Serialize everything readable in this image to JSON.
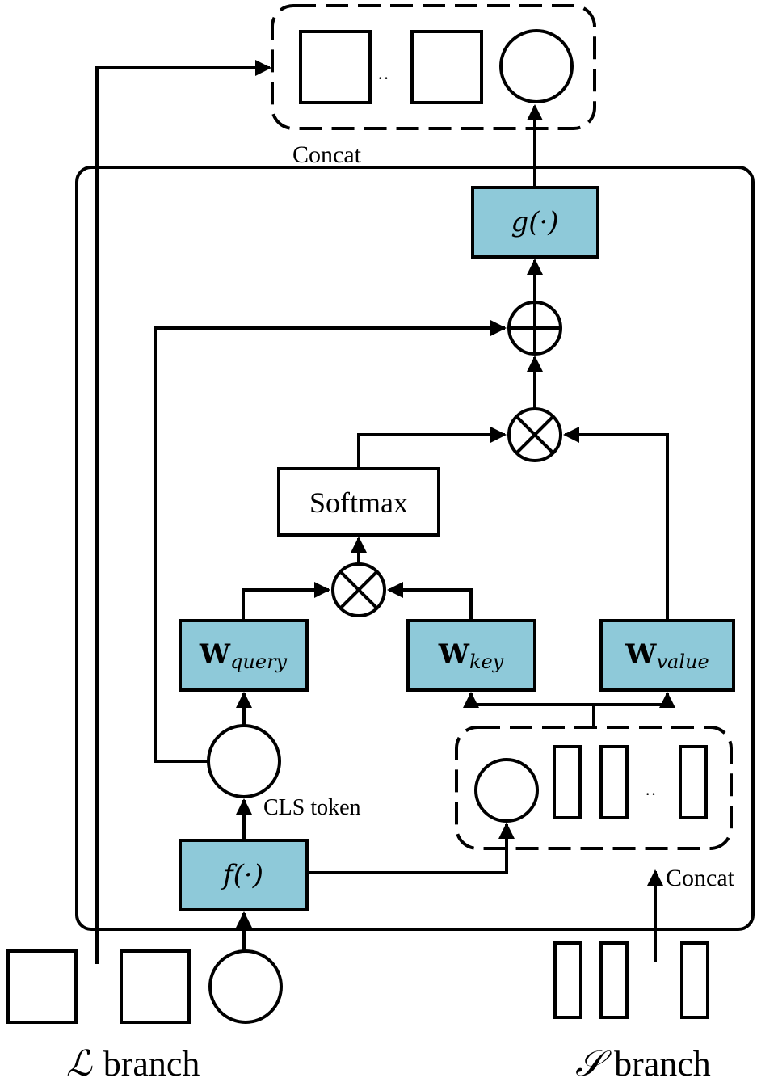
{
  "labels": {
    "concat_top": "Concat",
    "concat_right": "Concat",
    "cls_token": "CLS token",
    "softmax": "Softmax",
    "g_fn": "g(·)",
    "f_fn": "f(·)",
    "w_letter": "W",
    "w_query_sub": "query",
    "w_key_sub": "key",
    "w_value_sub": "value",
    "l_symbol": "ℒ",
    "s_symbol": "𝒮",
    "branch_word": "branch",
    "ellipsis": "··"
  },
  "colors": {
    "module_fill": "#8ec9d9",
    "stroke": "#000000",
    "background": "#ffffff"
  }
}
